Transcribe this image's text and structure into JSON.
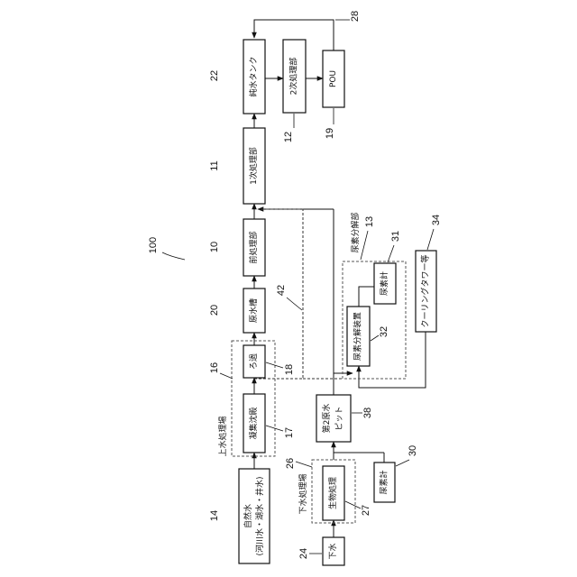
{
  "figure_label": "100",
  "boxes": {
    "pure_water_tank": "純水タンク",
    "secondary_treatment": "2次処理部",
    "pou": "POU",
    "primary_treatment": "1次処理部",
    "pretreatment": "前処理部",
    "raw_water_tank": "原水槽",
    "filtration": "ろ過",
    "coagulation": "凝集沈殿",
    "natural_water_line1": "自然水",
    "natural_water_line2": "(河川水・湖水・井水)",
    "urea_decomposition_device": "尿素分解装置",
    "urea_meter_top": "尿素計",
    "cooling_tower": "クーリングタワー等",
    "second_raw_water_pit_line1": "第2原水",
    "second_raw_water_pit_line2": "ピット",
    "urea_meter_bottom": "尿素計",
    "biological_treatment": "生物処理",
    "sewage": "下水"
  },
  "group_labels": {
    "urea_decomposition_unit": "尿素分解部",
    "water_supply_facility": "上水処理場",
    "sewage_facility": "下水処理場"
  },
  "reference_numbers": {
    "pure_water_tank": "22",
    "secondary_treatment": "12",
    "pou": "19",
    "return_line": "28",
    "primary_treatment": "11",
    "pretreatment": "10",
    "raw_water_tank": "20",
    "filtration": "18",
    "coagulation": "17",
    "water_supply_facility": "16",
    "natural_water": "14",
    "urea_decomposition_unit": "13",
    "urea_meter_top": "31",
    "cooling_tower": "34",
    "urea_decomposition_device": "32",
    "dashed_line": "42",
    "second_raw_water_pit": "38",
    "urea_meter_bottom": "30",
    "sewage_facility": "26",
    "biological_treatment": "27",
    "sewage": "24"
  }
}
